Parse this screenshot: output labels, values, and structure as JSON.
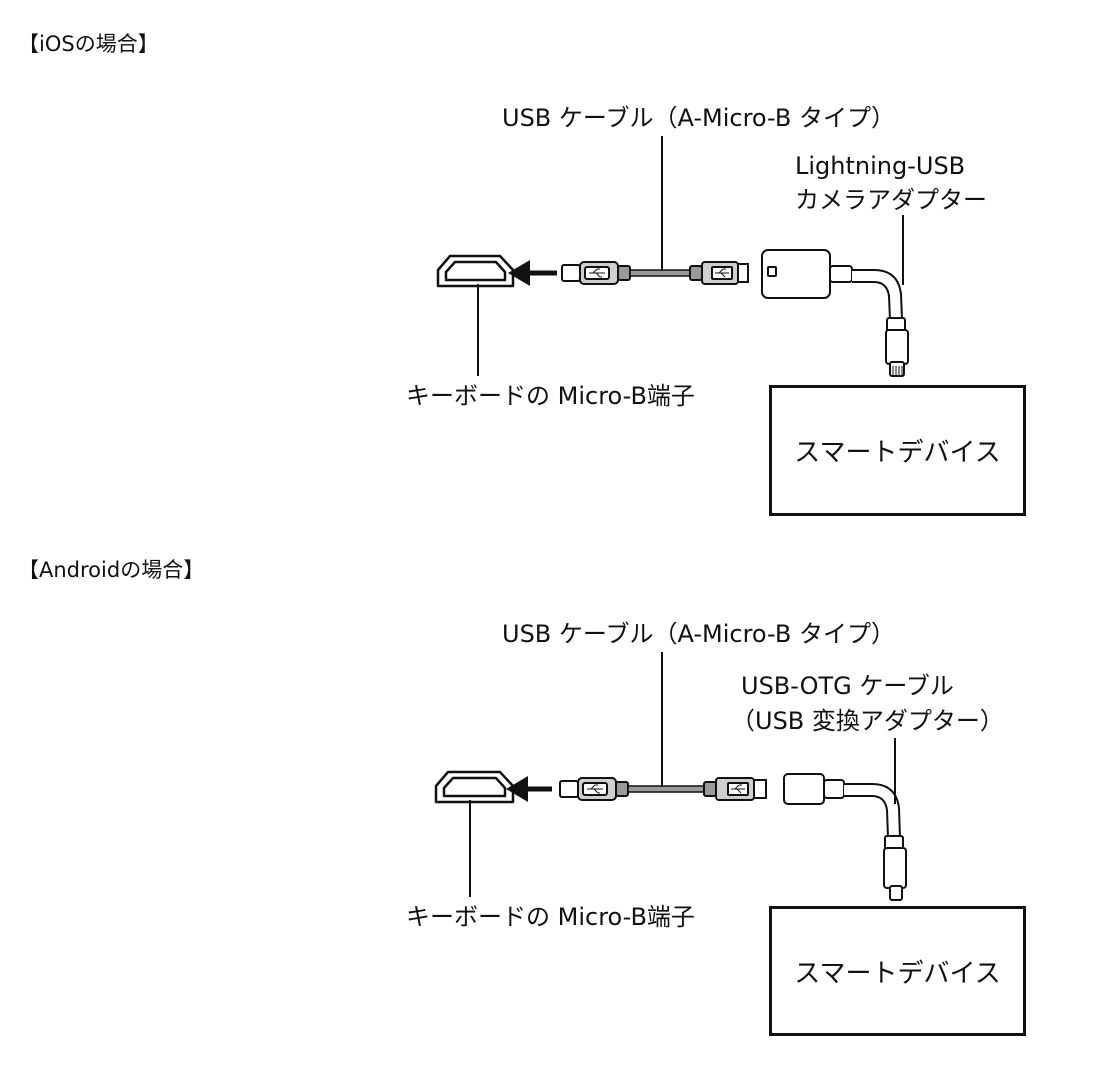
{
  "ios": {
    "heading": "【iOSの場合】",
    "cable_label": "USB ケーブル（A-Micro-B タイプ）",
    "adapter_label_line1": "Lightning-USB",
    "adapter_label_line2": "カメラアダプター",
    "port_label": "キーボードの Micro-B端子",
    "device_label": "スマートデバイス"
  },
  "android": {
    "heading": "【Androidの場合】",
    "cable_label": "USB ケーブル（A-Micro-B タイプ）",
    "adapter_label_line1": "USB-OTG ケーブル",
    "adapter_label_line2": "（USB 変換アダプター）",
    "port_label": "キーボードの Micro-B端子",
    "device_label": "スマートデバイス"
  },
  "icons": {
    "usb_symbol": "usb-icon",
    "arrow": "left-arrow-icon"
  },
  "colors": {
    "line": "#111111",
    "cable_fill": "#9a9a9a",
    "plug_fill": "#cfcfcf",
    "background": "#ffffff"
  }
}
